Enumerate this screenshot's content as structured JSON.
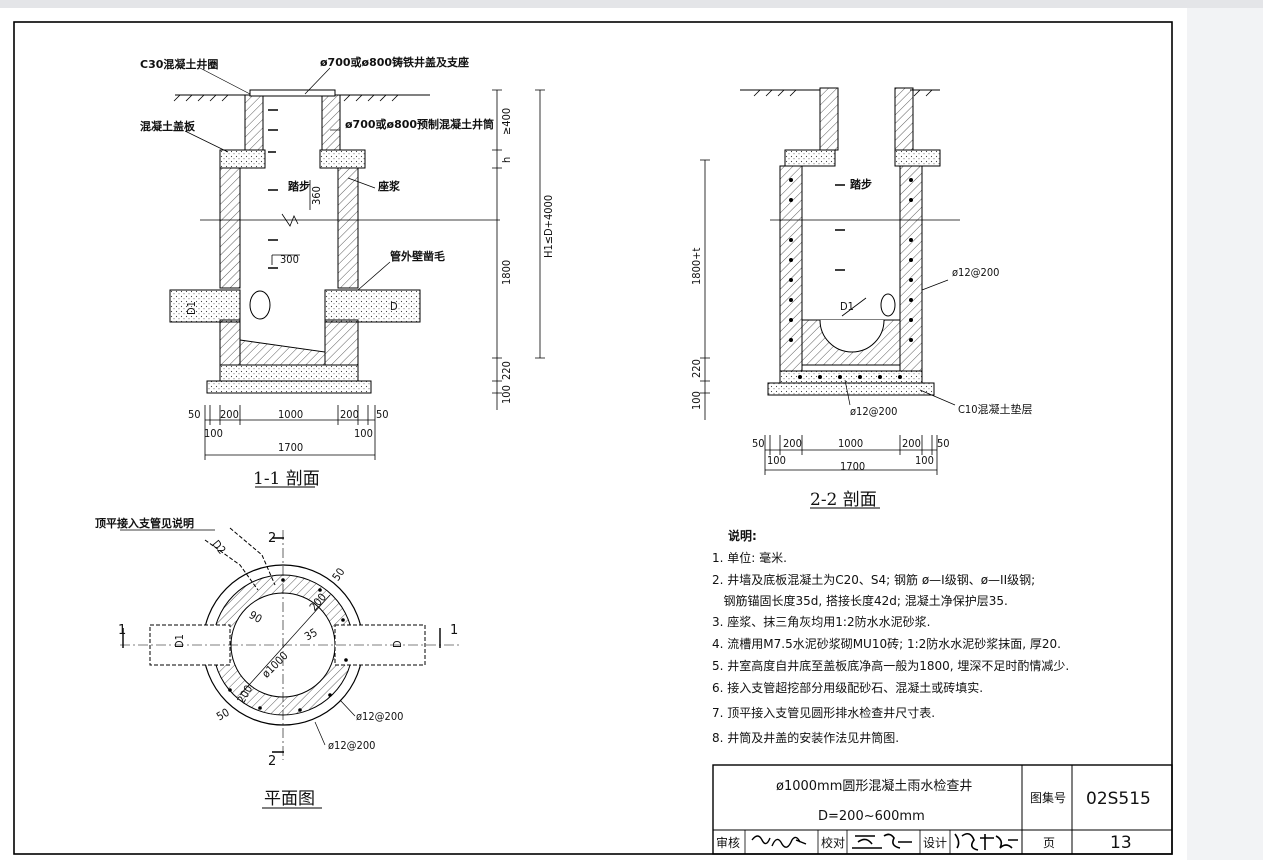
{
  "section_1_1": {
    "title": "1-1 剖面",
    "labels": {
      "ring": "C30混凝土井圈",
      "cover": "ø700或ø800铸铁井盖及支座",
      "slab": "混凝土盖板",
      "tube": "ø700或ø800预制混凝土井筒",
      "step": "踏步",
      "mortar": "座浆",
      "pipe_wall": "管外壁凿毛",
      "d1": "D1",
      "d": "D"
    },
    "dims_v": [
      "≥400",
      "h",
      "360",
      "300",
      "1800",
      "H1≤D+4000",
      "220",
      "100"
    ],
    "dims_h_top": [
      "50",
      "200",
      "1000",
      "200",
      "50"
    ],
    "dims_h_mid": [
      "100",
      "100"
    ],
    "dims_h_total": "1700"
  },
  "section_2_2": {
    "title": "2-2 剖面",
    "labels": {
      "step": "踏步",
      "rebar_side": "ø12@200",
      "rebar_bottom": "ø12@200",
      "cushion": "C10混凝土垫层",
      "d1": "D1"
    },
    "dims_v": [
      "1800+t",
      "220",
      "100"
    ],
    "dims_h_top": [
      "50",
      "200",
      "1000",
      "200",
      "50"
    ],
    "dims_h_mid": [
      "100",
      "100"
    ],
    "dims_h_total": "1700"
  },
  "plan": {
    "title": "平面图",
    "callout": "顶平接入支管见说明",
    "cut_top": "2",
    "cut_bottom": "2",
    "cut_left": "1",
    "cut_right": "1",
    "labels": {
      "d2": "D2",
      "d1": "D1",
      "d": "D",
      "diameter": "ø1000",
      "r_angle": "90",
      "w200a": "200",
      "w200b": "200",
      "w50a": "50",
      "w50b": "50",
      "w35": "35",
      "rebar1": "ø12@200",
      "rebar2": "ø12@200"
    }
  },
  "notes": {
    "heading": "说明:",
    "items": [
      "1. 单位: 毫米.",
      "2. 井墙及底板混凝土为C20、S4; 钢筋 ø—I级钢、ø—II级钢;",
      "   钢筋锚固长度35d, 搭接长度42d; 混凝土净保护层35.",
      "3. 座浆、抹三角灰均用1:2防水水泥砂浆.",
      "4. 流槽用M7.5水泥砂浆砌MU10砖; 1:2防水水泥砂浆抹面, 厚20.",
      "5. 井室高度自井底至盖板底净高一般为1800, 埋深不足时酌情减少.",
      "6. 接入支管超挖部分用级配砂石、混凝土或砖填实.",
      "7. 顶平接入支管见圆形排水检查井尺寸表.",
      "8. 井筒及井盖的安装作法见井筒图."
    ]
  },
  "title_block": {
    "title_line1": "ø1000mm圆形混凝土雨水检查井",
    "title_line2": "D=200~600mm",
    "atlas_label": "图集号",
    "atlas_no": "02S515",
    "page_label": "页",
    "page_no": "13",
    "review_label": "审核",
    "check_label": "校对",
    "design_label": "设计"
  }
}
